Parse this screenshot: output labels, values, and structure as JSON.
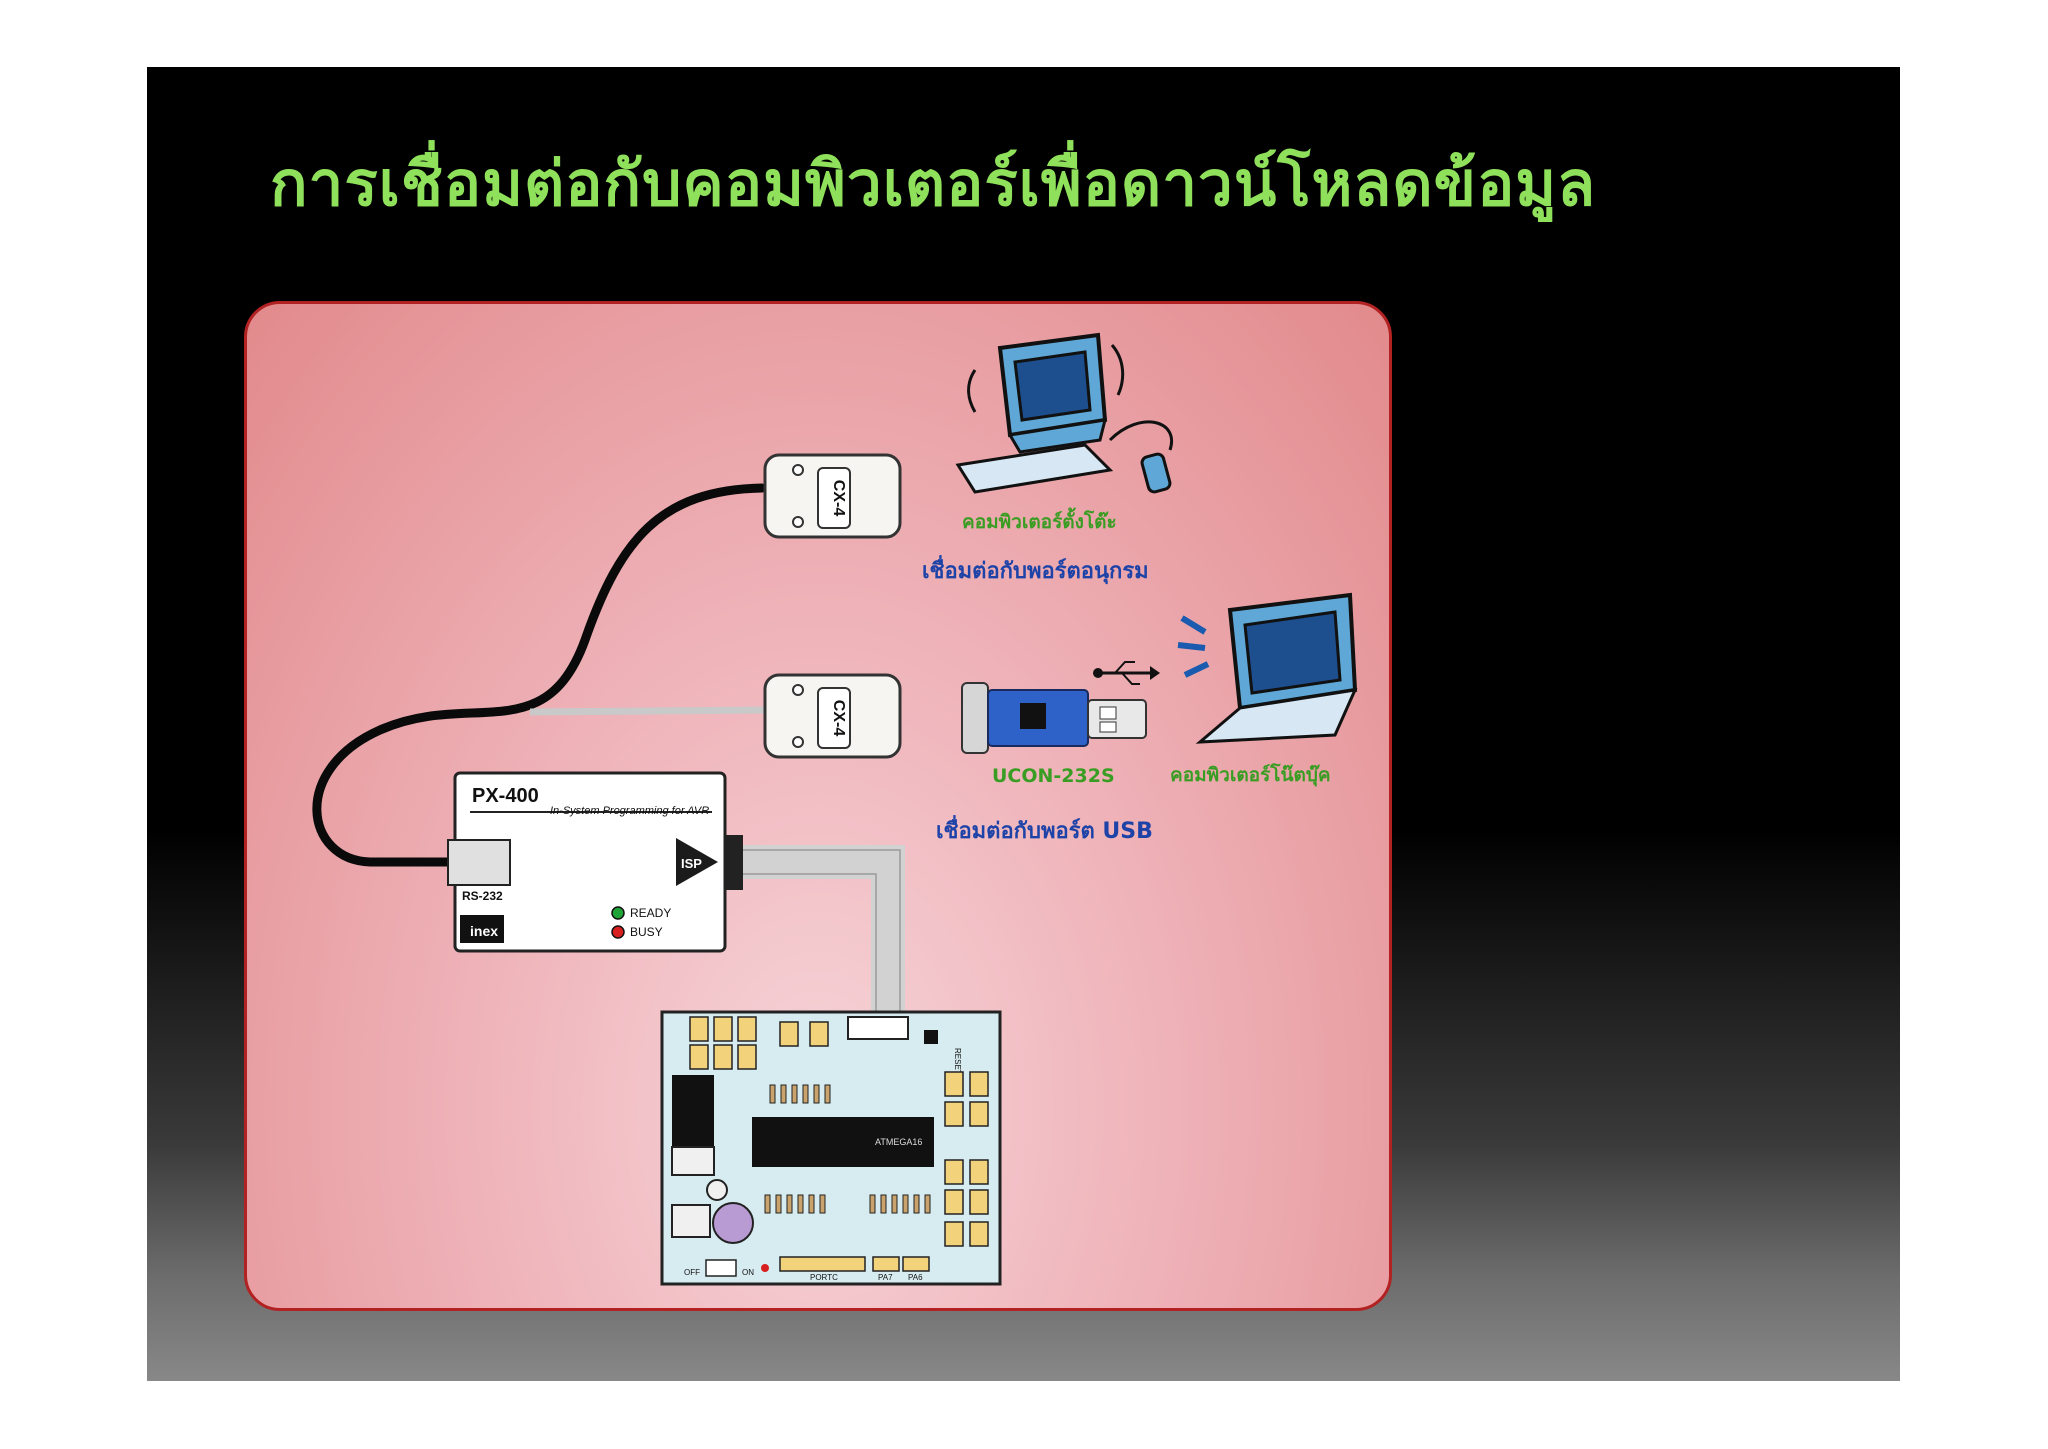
{
  "slide": {
    "title": "การเชื่อมต่อกับคอมพิวเตอร์เพื่อดาวน์โหลดข้อมูล"
  },
  "colors": {
    "title": "#8fe05a",
    "panel": "#e9a3a8",
    "green_label": "#3a9d23",
    "blue_label": "#1d43a8"
  },
  "diagram": {
    "connector_top_label": "CX-4",
    "connector_bottom_label": "CX-4",
    "desktop_label": "คอมพิวเตอร์ตั้งโต๊ะ",
    "serial_port_label": "เชื่อมต่อกับพอร์ตอนุกรม",
    "laptop_label": "คอมพิวเตอร์โน๊ตบุ๊ค",
    "adapter_label": "UCON-232S",
    "usb_port_label": "เชื่อมต่อกับพอร์ต USB",
    "programmer": {
      "name": "PX-400",
      "subtitle": "In-System Programming for AVR",
      "port_label": "RS-232",
      "isp_label": "ISP",
      "ready_label": "READY",
      "busy_label": "BUSY",
      "logo": "inex"
    },
    "board": {
      "chip_label": "ATMEGA16",
      "portc_label": "PORTC",
      "pa7_label": "PA7",
      "pa6_label": "PA6",
      "reset_label": "RESET",
      "off_label": "OFF",
      "on_label": "ON"
    },
    "icons": [
      "desktop-computer-icon",
      "laptop-icon",
      "usb-symbol-icon"
    ]
  }
}
